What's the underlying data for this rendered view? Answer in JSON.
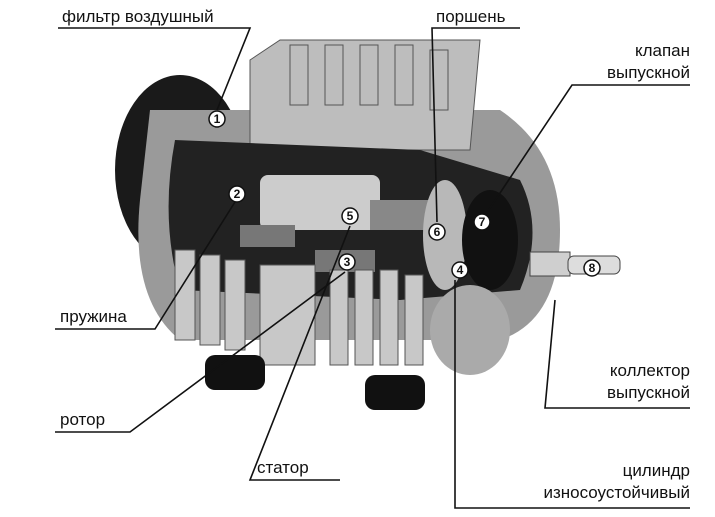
{
  "labels": {
    "air_filter": "фильтр воздушный",
    "piston": "поршень",
    "outlet_valve_1": "клапан",
    "outlet_valve_2": "выпускной",
    "spring": "пружина",
    "rotor": "ротор",
    "stator": "статор",
    "outlet_manifold_1": "коллектор",
    "outlet_manifold_2": "выпускной",
    "cylinder_1": "цилиндр",
    "cylinder_2": "износоустойчивый"
  },
  "markers": [
    "1",
    "2",
    "3",
    "4",
    "5",
    "6",
    "7",
    "8"
  ]
}
